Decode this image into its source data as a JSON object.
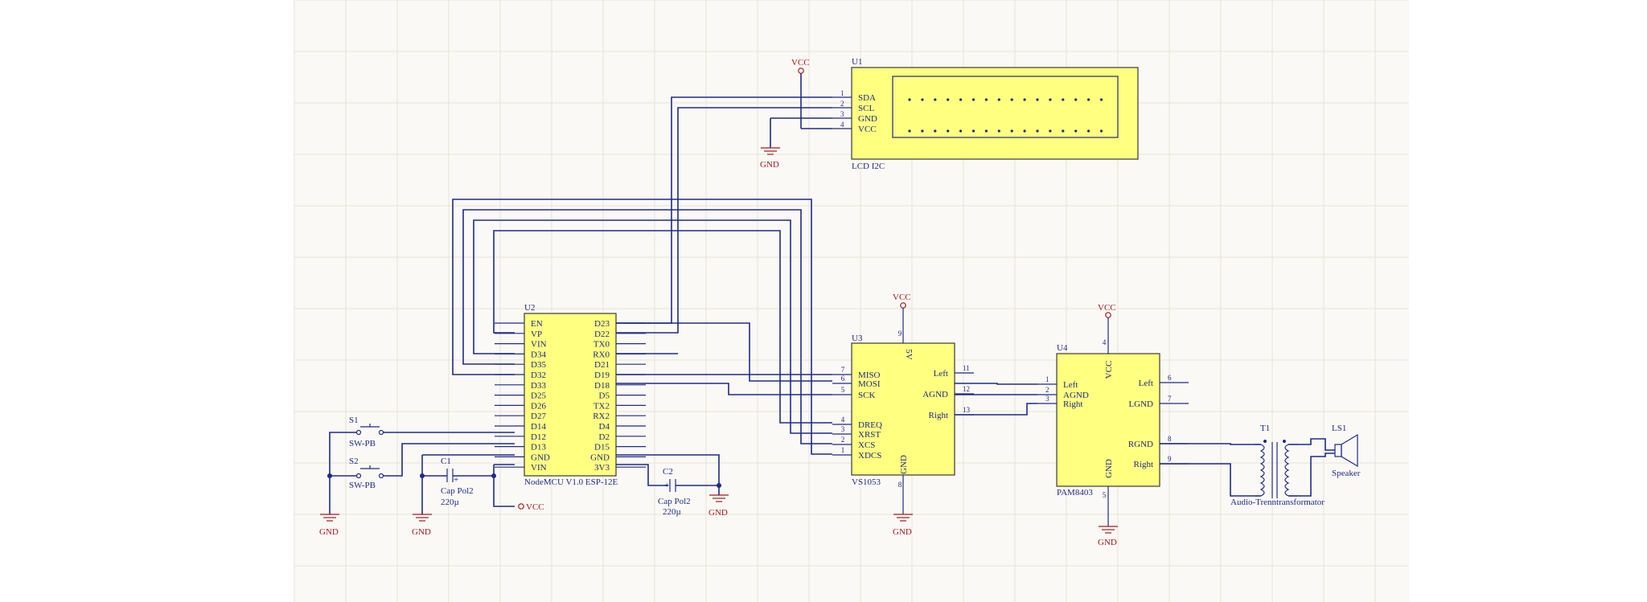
{
  "lcd": {
    "designator": "U1",
    "name": "LCD I2C",
    "pins": [
      {
        "num": "1",
        "name": "SDA"
      },
      {
        "num": "2",
        "name": "SCL"
      },
      {
        "num": "3",
        "name": "GND"
      },
      {
        "num": "4",
        "name": "VCC"
      }
    ]
  },
  "nodemcu": {
    "designator": "U2",
    "name": "NodeMCU V1.0 ESP-12E",
    "left_pins": [
      "EN",
      "VP",
      "VIN",
      "D34",
      "D35",
      "D32",
      "D33",
      "D25",
      "D26",
      "D27",
      "D14",
      "D12",
      "D13",
      "GND",
      "VIN"
    ],
    "right_pins": [
      "D23",
      "D22",
      "TX0",
      "RX0",
      "D21",
      "D19",
      "D18",
      "D5",
      "TX2",
      "RX2",
      "D4",
      "D2",
      "D15",
      "GND",
      "3V3"
    ]
  },
  "vs1053": {
    "designator": "U3",
    "name": "VS1053",
    "left_pins": [
      {
        "num": "7",
        "name": "MISO"
      },
      {
        "num": "6",
        "name": "MOSI"
      },
      {
        "num": "5",
        "name": "SCK"
      },
      {
        "num": "4",
        "name": "DREQ"
      },
      {
        "num": "3",
        "name": "XRST"
      },
      {
        "num": "2",
        "name": "XCS"
      },
      {
        "num": "1",
        "name": "XDCS"
      }
    ],
    "right_pins": [
      {
        "num": "11",
        "name": "Left"
      },
      {
        "num": "12",
        "name": "AGND"
      },
      {
        "num": "13",
        "name": "Right"
      }
    ],
    "top_pin": {
      "num": "9",
      "name": "5V"
    },
    "bottom_pin": {
      "num": "8",
      "name": "GND"
    }
  },
  "pam8403": {
    "designator": "U4",
    "name": "PAM8403",
    "left_pins": [
      {
        "num": "1",
        "name": "Left"
      },
      {
        "num": "2",
        "name": "AGND"
      },
      {
        "num": "3",
        "name": "Right"
      }
    ],
    "right_pins": [
      {
        "num": "6",
        "name": "Left"
      },
      {
        "num": "7",
        "name": "LGND"
      },
      {
        "num": "8",
        "name": "RGND"
      },
      {
        "num": "9",
        "name": "Right"
      }
    ],
    "top_pin": {
      "num": "4",
      "name": "VCC"
    },
    "bottom_pin": {
      "num": "5",
      "name": "GND"
    }
  },
  "switches": [
    {
      "designator": "S1",
      "name": "SW-PB"
    },
    {
      "designator": "S2",
      "name": "SW-PB"
    }
  ],
  "capacitors": [
    {
      "designator": "C1",
      "name": "Cap Pol2",
      "value": "220µ"
    },
    {
      "designator": "C2",
      "name": "Cap Pol2",
      "value": "220µ"
    }
  ],
  "transformer": {
    "designator": "T1",
    "name": "Audio-Trenntransformator"
  },
  "speaker": {
    "designator": "LS1",
    "name": "Speaker"
  },
  "power": {
    "vcc": "VCC",
    "gnd": "GND"
  },
  "colors": {
    "wire": "#1f2a88",
    "power": "#a31a1a",
    "component_fill": "#ffff80",
    "grid": "#e7e2d8"
  }
}
